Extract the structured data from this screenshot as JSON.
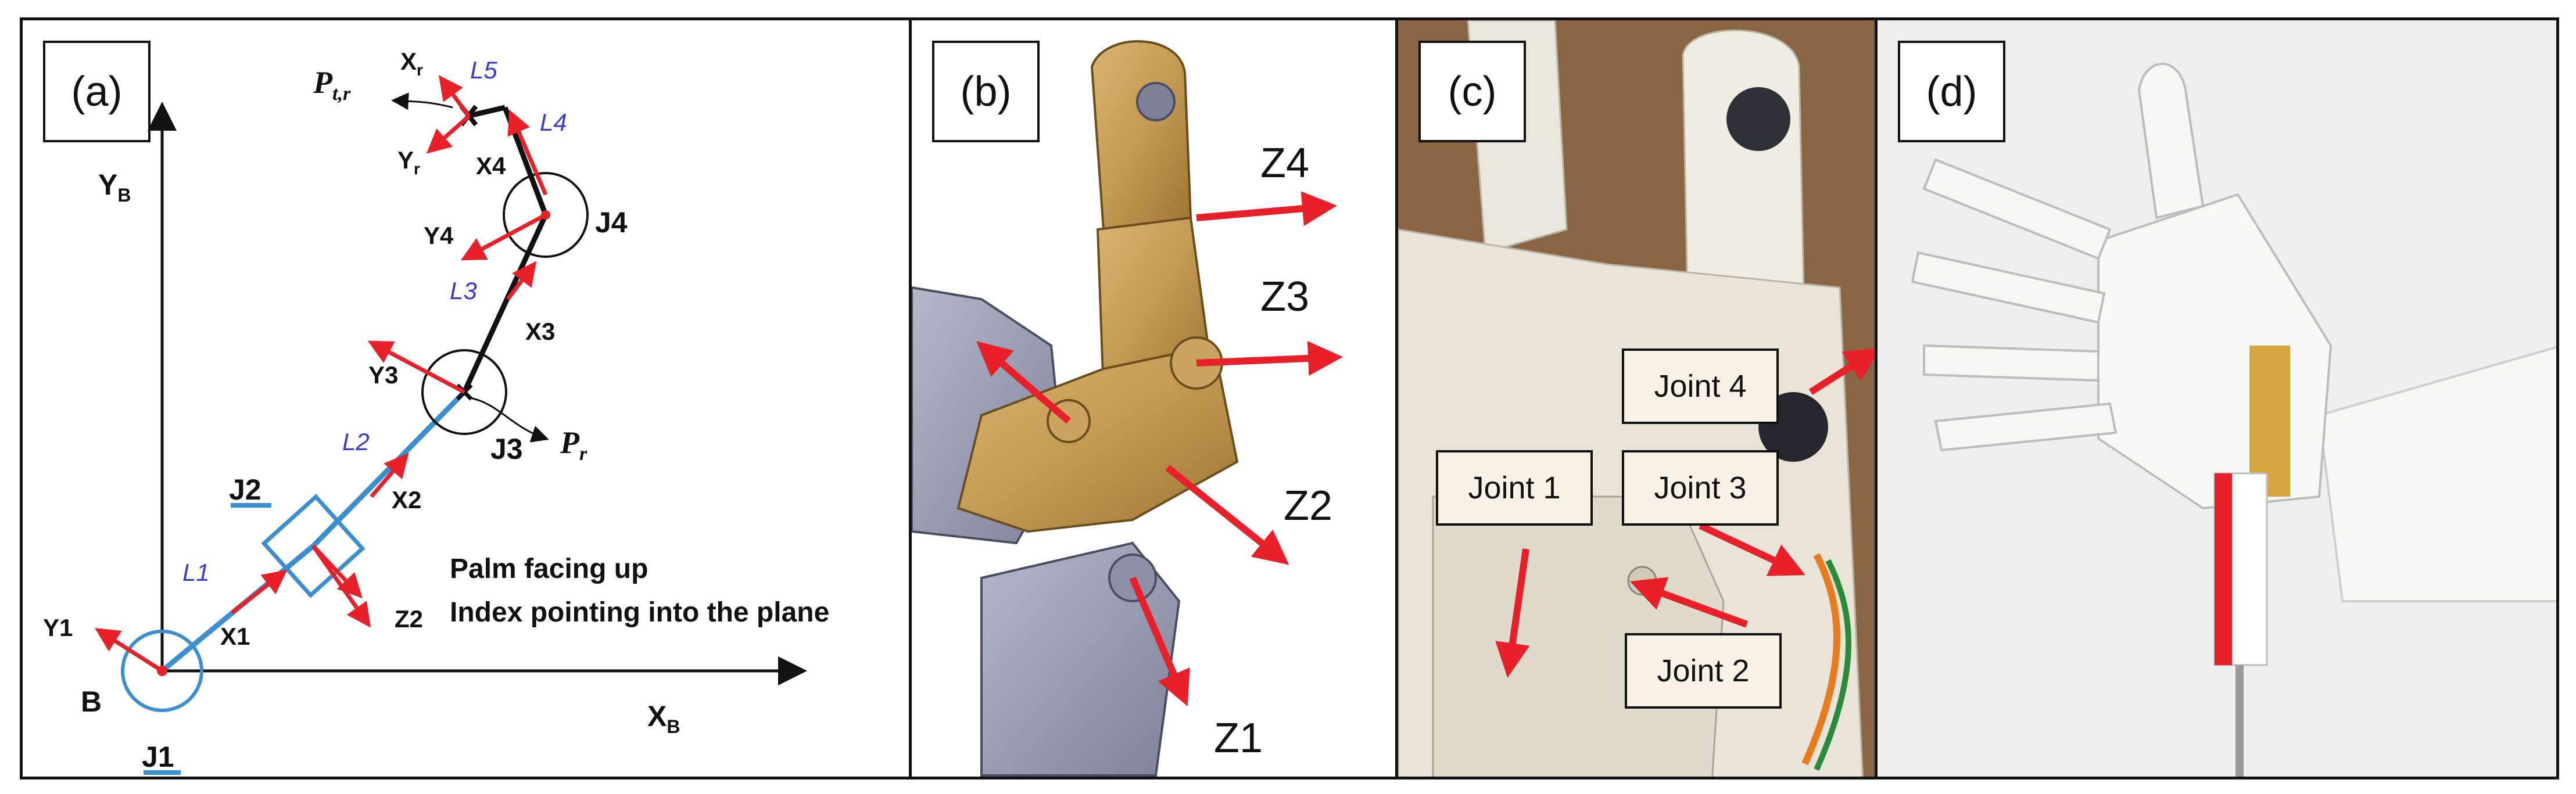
{
  "panels": {
    "a": {
      "tag": "(a)",
      "axes": {
        "yb": "Y",
        "yb_sub": "B",
        "xb": "X",
        "xb_sub": "B"
      },
      "base": "B",
      "joints": [
        "J1",
        "J2",
        "J3",
        "J4"
      ],
      "links": [
        "L1",
        "L2",
        "L3",
        "L4",
        "L5"
      ],
      "frames": {
        "x1": "X1",
        "y1": "Y1",
        "x2": "X2",
        "z2": "Z2",
        "x3": "X3",
        "y3": "Y3",
        "x4": "X4",
        "y4": "Y4",
        "xr": "X",
        "xr_sub": "r",
        "yr": "Y",
        "yr_sub": "r"
      },
      "points": {
        "ptr": "P",
        "ptr_sub": "t,r",
        "pr": "P",
        "pr_sub": "r"
      },
      "note_line1": "Palm facing up",
      "note_line2": "Index pointing into the plane"
    },
    "b": {
      "tag": "(b)",
      "axes": [
        "Z4",
        "Z3",
        "Z2",
        "Z1"
      ]
    },
    "c": {
      "tag": "(c)",
      "labels": [
        "Joint 1",
        "Joint 2",
        "Joint 3",
        "Joint 4"
      ]
    },
    "d": {
      "tag": "(d)"
    }
  },
  "colors": {
    "arrow": "#e8202a",
    "link": "#3c8fcf",
    "text_blue": "#3a3ad0",
    "cad_gold": "#c49a52",
    "cad_gray": "#9a9fb6"
  }
}
